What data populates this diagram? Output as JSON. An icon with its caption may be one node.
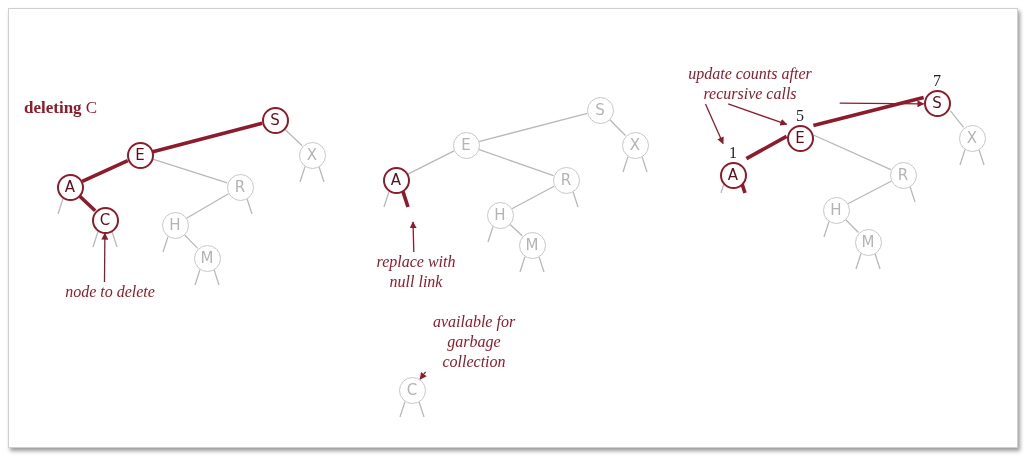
{
  "diagram": {
    "title": "**deleting** C",
    "nodes": [
      {
        "text": [
          "S"
        ]
      },
      {
        "text": [
          "E"
        ]
      },
      {
        "text": [
          "X"
        ]
      },
      {
        "text": [
          "A"
        ]
      },
      {
        "text": [
          "R"
        ]
      },
      {
        "text": [
          "C"
        ]
      },
      {
        "text": [
          "H"
        ]
      },
      {
        "text": [
          "M"
        ]
      },
      {
        "text": [
          "node to delete"
        ]
      },
      {
        "text": [
          "S"
        ]
      },
      {
        "text": [
          "E"
        ]
      },
      {
        "text": [
          "X"
        ]
      },
      {
        "text": [
          "A"
        ]
      },
      {
        "text": [
          "R"
        ]
      },
      {
        "text": [
          "H"
        ]
      },
      {
        "text": [
          "M"
        ]
      },
      {
        "text": [
          "replace with null link"
        ]
      },
      {
        "text": [
          "available for garbage collection"
        ]
      },
      {
        "text": [
          "C"
        ]
      },
      {
        "text": [
          "update counts after recursive calls"
        ]
      },
      {
        "text": [
          "S"
        ],
        "beside": [
          "7"
        ]
      },
      {
        "text": [
          "E"
        ],
        "beside": [
          "5"
        ]
      },
      {
        "text": [
          "X"
        ]
      },
      {
        "text": [
          "A"
        ],
        "beside": [
          "1"
        ]
      },
      {
        "text": [
          "R"
        ]
      },
      {
        "text": [
          "H"
        ]
      },
      {
        "text": [
          "M"
        ]
      }
    ],
    "edges": [
      {
        "from": 0,
        "to": 1,
        "arrow": "none",
        "style": "thick",
        "color": "#8c1c2c"
      },
      {
        "from": 0,
        "to": 2,
        "arrow": "none"
      },
      {
        "from": 1,
        "to": 3,
        "arrow": "none",
        "style": "thick",
        "color": "#8c1c2c"
      },
      {
        "from": 1,
        "to": 4,
        "arrow": "none"
      },
      {
        "from": 3,
        "to": 5,
        "arrow": "none",
        "style": "thick",
        "color": "#8c1c2c"
      },
      {
        "from": 4,
        "to": 6,
        "arrow": "none"
      },
      {
        "from": 6,
        "to": 7,
        "arrow": "none"
      },
      {
        "from": 2,
        "to": null,
        "arrow": "none"
      },
      {
        "from": 2,
        "to": null,
        "arrow": "none"
      },
      {
        "from": 3,
        "to": null,
        "arrow": "none"
      },
      {
        "from": 5,
        "to": null,
        "arrow": "none"
      },
      {
        "from": 5,
        "to": null,
        "arrow": "none"
      },
      {
        "from": 4,
        "to": null,
        "arrow": "none"
      },
      {
        "from": 6,
        "to": null,
        "arrow": "none"
      },
      {
        "from": 7,
        "to": null,
        "arrow": "none"
      },
      {
        "from": 7,
        "to": null,
        "arrow": "none"
      },
      {
        "from": 8,
        "to": 5,
        "arrow": "to",
        "color": "#8c1c2c"
      },
      {
        "from": 9,
        "to": 10,
        "arrow": "none"
      },
      {
        "from": 9,
        "to": 11,
        "arrow": "none"
      },
      {
        "from": 10,
        "to": 12,
        "arrow": "none"
      },
      {
        "from": 10,
        "to": 13,
        "arrow": "none"
      },
      {
        "from": 13,
        "to": 14,
        "arrow": "none"
      },
      {
        "from": 14,
        "to": 15,
        "arrow": "none"
      },
      {
        "from": 11,
        "to": null,
        "arrow": "none"
      },
      {
        "from": 11,
        "to": null,
        "arrow": "none"
      },
      {
        "from": 12,
        "to": null,
        "arrow": "none"
      },
      {
        "from": 12,
        "to": null,
        "arrow": "none",
        "style": "thick",
        "color": "#8c1c2c"
      },
      {
        "from": 13,
        "to": null,
        "arrow": "none"
      },
      {
        "from": 14,
        "to": null,
        "arrow": "none"
      },
      {
        "from": 15,
        "to": null,
        "arrow": "none"
      },
      {
        "from": 15,
        "to": null,
        "arrow": "none"
      },
      {
        "from": 16,
        "to": null,
        "arrow": "to",
        "color": "#8c1c2c"
      },
      {
        "from": 17,
        "to": 18,
        "arrow": "to",
        "color": "#8c1c2c"
      },
      {
        "from": 18,
        "to": null,
        "arrow": "none"
      },
      {
        "from": 18,
        "to": null,
        "arrow": "none"
      },
      {
        "from": 19,
        "to": 23,
        "arrow": "to",
        "color": "#8c1c2c"
      },
      {
        "from": 19,
        "to": 21,
        "arrow": "to",
        "color": "#8c1c2c"
      },
      {
        "from": 19,
        "to": 20,
        "arrow": "to",
        "color": "#8c1c2c"
      },
      {
        "from": 20,
        "to": 21,
        "arrow": "none",
        "style": "thick",
        "color": "#8c1c2c"
      },
      {
        "from": 20,
        "to": 22,
        "arrow": "none"
      },
      {
        "from": 21,
        "to": 23,
        "arrow": "none",
        "style": "thick",
        "color": "#8c1c2c"
      },
      {
        "from": 21,
        "to": 24,
        "arrow": "none"
      },
      {
        "from": 24,
        "to": 25,
        "arrow": "none"
      },
      {
        "from": 25,
        "to": 26,
        "arrow": "none"
      },
      {
        "from": 22,
        "to": null,
        "arrow": "none"
      },
      {
        "from": 22,
        "to": null,
        "arrow": "none"
      },
      {
        "from": 23,
        "to": null,
        "arrow": "none"
      },
      {
        "from": 23,
        "to": null,
        "arrow": "none",
        "style": "thick",
        "color": "#8c1c2c"
      },
      {
        "from": 24,
        "to": null,
        "arrow": "none"
      },
      {
        "from": 25,
        "to": null,
        "arrow": "none"
      },
      {
        "from": 26,
        "to": null,
        "arrow": "none"
      },
      {
        "from": 26,
        "to": null,
        "arrow": "none"
      }
    ]
  }
}
